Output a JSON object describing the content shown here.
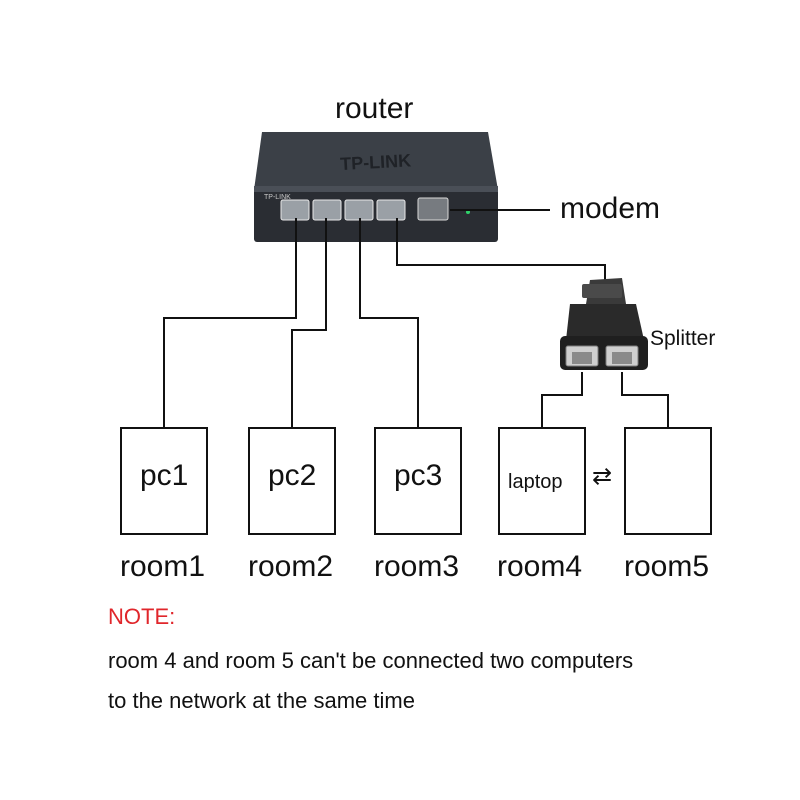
{
  "diagram": {
    "router_label": "router",
    "modem_label": "modem",
    "splitter_label": "Splitter",
    "router_brand": "TP-LINK",
    "router_brand_small": "TP-LINK",
    "devices": [
      {
        "label": "pc1",
        "room": "room1"
      },
      {
        "label": "pc2",
        "room": "room2"
      },
      {
        "label": "pc3",
        "room": "room3"
      },
      {
        "label": "laptop",
        "room": "room4"
      },
      {
        "label": "",
        "room": "room5"
      }
    ],
    "exchange_arrows": "⇄",
    "note": {
      "title": "NOTE:",
      "line1": "room 4 and room 5 can't be connected two computers",
      "line2": "to the network at the same time"
    },
    "colors": {
      "note_title": "#e0262b",
      "router_body": "#2e3238",
      "splitter_body": "#2a2a2a"
    }
  }
}
